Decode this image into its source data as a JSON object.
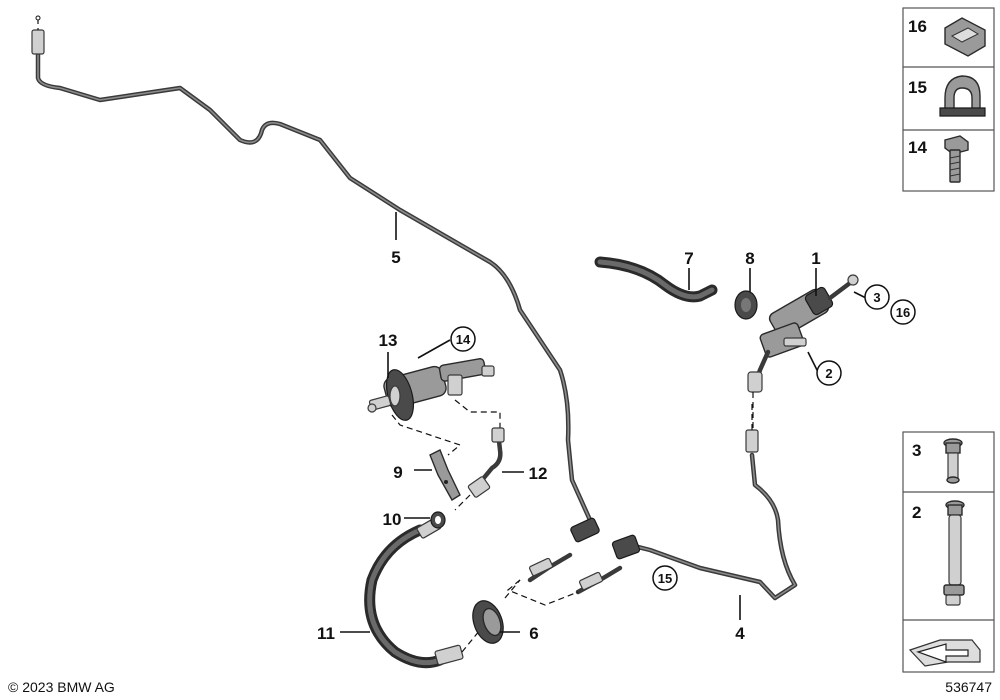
{
  "callouts": {
    "c1": "1",
    "c2": "2",
    "c3": "3",
    "c4": "4",
    "c5": "5",
    "c6": "6",
    "c7": "7",
    "c8": "8",
    "c9": "9",
    "c10": "10",
    "c11": "11",
    "c12": "12",
    "c13": "13",
    "c14": "14",
    "c15": "15",
    "c16": "16"
  },
  "legend_top": [
    "16",
    "15",
    "14"
  ],
  "legend_bottom": [
    "3",
    "2"
  ],
  "footer": {
    "copyright": "© 2023 BMW AG",
    "diagram_number": "536747"
  }
}
